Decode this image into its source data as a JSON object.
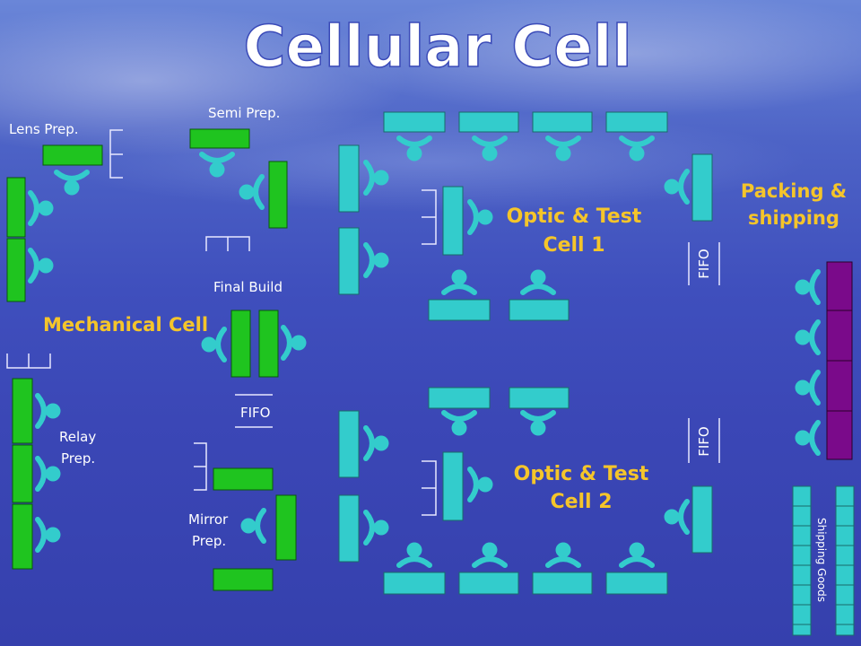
{
  "title": "Cellular Cell",
  "labels": {
    "lens_prep": "Lens Prep.",
    "semi_prep": "Semi Prep.",
    "final_build": "Final Build",
    "mechanical_cell": "Mechanical Cell",
    "fifo": "FIFO",
    "relay_prep_1": "Relay",
    "relay_prep_2": "Prep.",
    "mirror_prep_1": "Mirror",
    "mirror_prep_2": "Prep.",
    "optic_test_1_a": "Optic & Test",
    "optic_test_1_b": "Cell 1",
    "optic_test_2_a": "Optic & Test",
    "optic_test_2_b": "Cell 2",
    "packing_a": "Packing &",
    "packing_b": "shipping",
    "shipping_goods": "Shipping Goods"
  },
  "colors": {
    "mechanical_station": "#1fc41f",
    "optic_station": "#33cccc",
    "packing_station": "#7a0a8a",
    "operator": "#33cccc",
    "label_accent": "#f5c52a",
    "label_text": "#ffffff"
  }
}
